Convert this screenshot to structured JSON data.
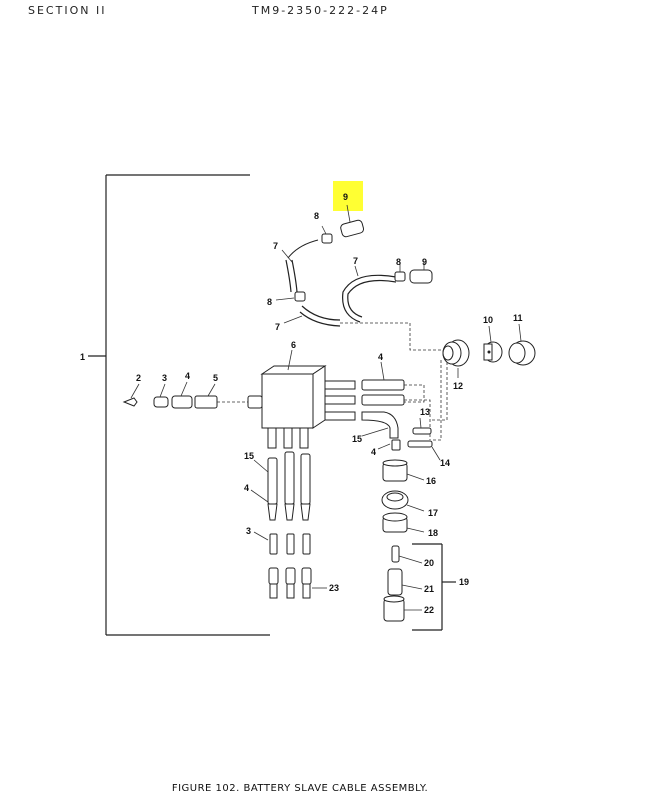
{
  "header": {
    "section": "SECTION II",
    "document_number": "TM9-2350-222-24P"
  },
  "figure": {
    "caption": "FIGURE 102. BATTERY SLAVE CABLE ASSEMBLY.",
    "highlight_color": "#ffff33",
    "callouts": {
      "c1": "1",
      "c2": "2",
      "c3": "3",
      "c4a": "4",
      "c5": "5",
      "c6": "6",
      "c7a": "7",
      "c7b": "7",
      "c7c": "7",
      "c8a": "8",
      "c8b": "8",
      "c8c": "8",
      "c9a": "9",
      "c9b": "9",
      "c10": "10",
      "c11": "11",
      "c12": "12",
      "c13": "13",
      "c14": "14",
      "c4b": "4",
      "c15a": "15",
      "c15b": "15",
      "c4c": "4",
      "c3b": "3",
      "c16": "16",
      "c17": "17",
      "c18": "18",
      "c19": "19",
      "c20": "20",
      "c21": "21",
      "c22": "22",
      "c23": "23"
    }
  }
}
